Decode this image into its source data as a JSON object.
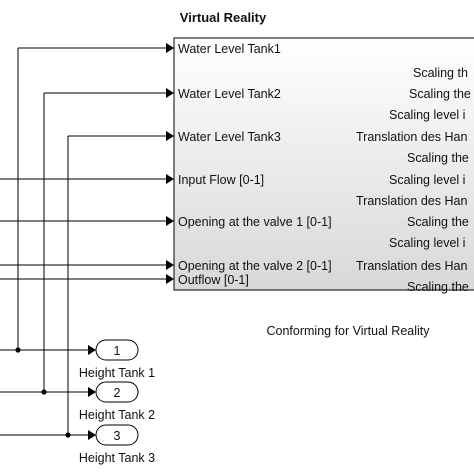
{
  "block": {
    "title": "Virtual Reality",
    "caption": "Conforming for Virtual Reality",
    "inputs": [
      "Water Level Tank1",
      "Water Level  Tank2",
      "Water Level Tank3",
      "Input Flow [0-1]",
      "Opening at the valve 1 [0-1]",
      "Opening at the valve 2 [0-1]",
      "Outflow [0-1]"
    ],
    "outputs": [
      "Scaling th",
      "Scaling the",
      "Scaling level i",
      "Translation des Han",
      "Scaling the",
      "Scaling level i",
      "Translation des Han",
      "Scaling the",
      "Scaling level i",
      "Translation des Han",
      "Scaling the"
    ]
  },
  "outports": [
    {
      "number": "1",
      "label": "Height Tank 1"
    },
    {
      "number": "2",
      "label": "Height Tank 2"
    },
    {
      "number": "3",
      "label": "Height Tank 3"
    }
  ],
  "colors": {
    "block_fill_top": "#ffffff",
    "block_fill_bottom": "#d8d8d8",
    "line": "#000000"
  }
}
